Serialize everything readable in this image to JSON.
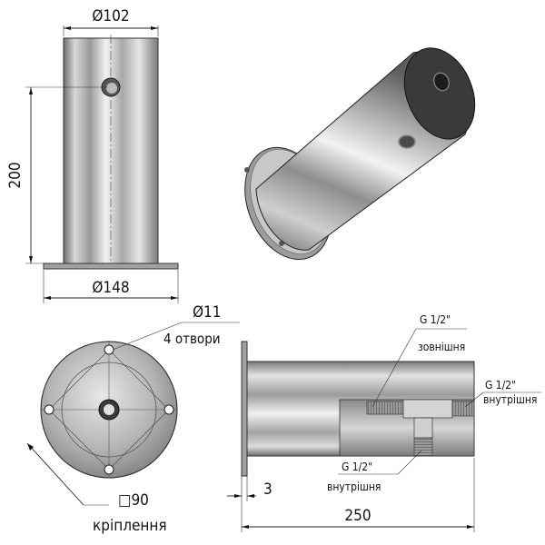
{
  "labels": {
    "dia_top": "Ø102",
    "height": "200",
    "dia_flange": "Ø148",
    "hole_dia": "Ø11",
    "hole_count": "4 отвори",
    "mount_square": "□90",
    "mount_label": "кріплення",
    "flange_thickness": "3",
    "length": "250",
    "thread_outer": "G 1/2\"",
    "thread_outer_type": "зовнішня",
    "thread_side": "G 1/2\"",
    "thread_side_type": "внутрішня",
    "thread_bottom": "G 1/2\"",
    "thread_bottom_type": "внутрішня"
  }
}
